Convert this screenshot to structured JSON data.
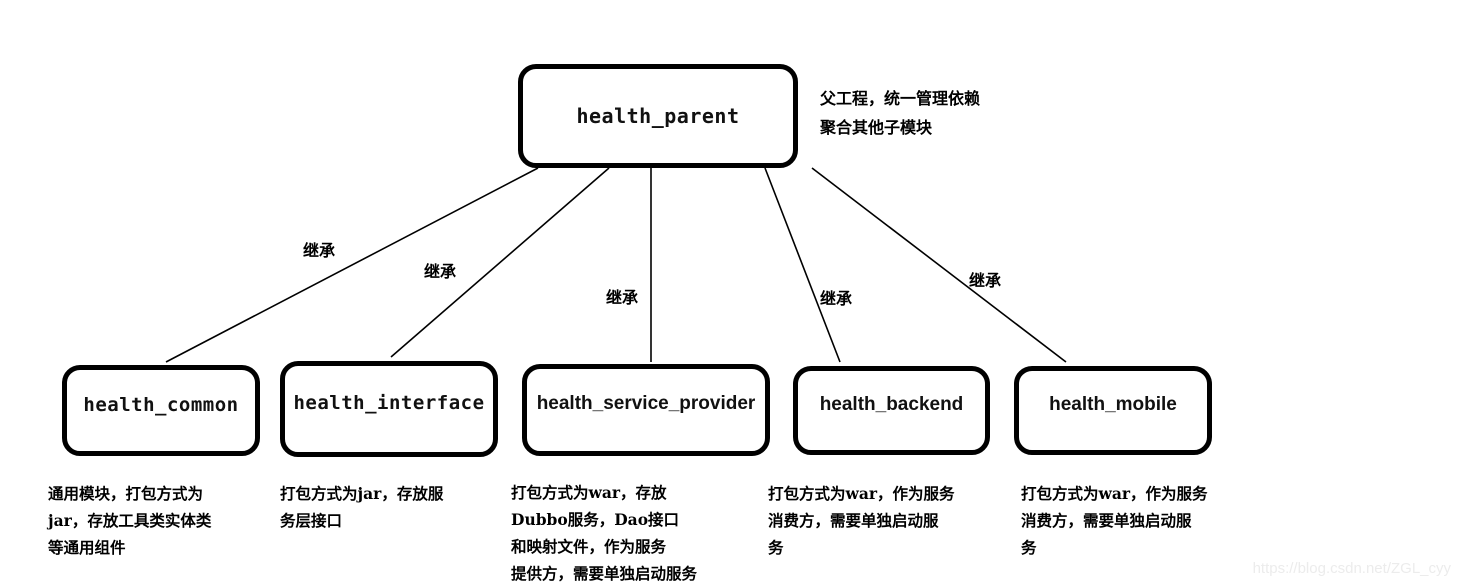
{
  "diagram": {
    "title": "health_parent Maven module hierarchy",
    "background_color": "#ffffff",
    "line_color": "#000000",
    "box_border_color": "#000000",
    "parent": {
      "label": "health_parent",
      "note_lines": [
        "父工程，统一管理依赖",
        "聚合其他子模块"
      ]
    },
    "relation_label": "继承",
    "edges": [
      {
        "label": "继承",
        "from": "health_parent",
        "to": "health_common"
      },
      {
        "label": "继承",
        "from": "health_parent",
        "to": "health_interface"
      },
      {
        "label": "继承",
        "from": "health_parent",
        "to": "health_service_provider"
      },
      {
        "label": "继承",
        "from": "health_parent",
        "to": "health_backend"
      },
      {
        "label": "继承",
        "from": "health_parent",
        "to": "health_mobile"
      }
    ],
    "modules": [
      {
        "label": "health_common",
        "caption_lines": [
          "通用模块，打包方式为",
          "jar，存放工具类实体类",
          "等通用组件"
        ]
      },
      {
        "label": "health_interface",
        "caption_lines": [
          "打包方式为jar，存放服",
          "务层接口"
        ]
      },
      {
        "label": "health_service_provider",
        "caption_lines": [
          "打包方式为war，存放",
          "Dubbo服务，Dao接口",
          "和映射文件，作为服务",
          "提供方，需要单独启动服务"
        ]
      },
      {
        "label": "health_backend",
        "caption_lines": [
          "打包方式为war，作为服务",
          "消费方，需要单独启动服",
          "务"
        ]
      },
      {
        "label": "health_mobile",
        "caption_lines": [
          "打包方式为war，作为服务",
          "消费方，需要单独启动服",
          "务"
        ]
      }
    ],
    "watermark": "https://blog.csdn.net/ZGL_cyy"
  }
}
